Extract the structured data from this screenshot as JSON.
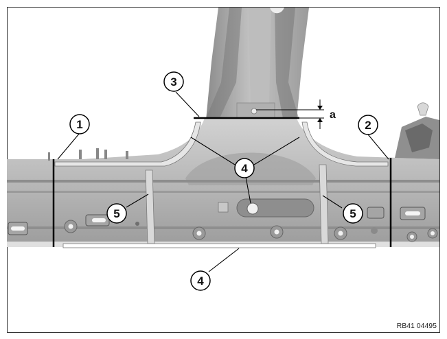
{
  "callouts": {
    "c1": "1",
    "c2": "2",
    "c3": "3",
    "c4a": "4",
    "c4b": "4",
    "c5a": "5",
    "c5b": "5"
  },
  "dimension_label": "a",
  "reference_code": "RB41 04495",
  "colors": {
    "panel_light": "#c9c9c9",
    "panel_mid": "#a9a9a9",
    "panel_dark": "#6f6f6f",
    "cut_line": "#000000",
    "border": "#333333"
  }
}
